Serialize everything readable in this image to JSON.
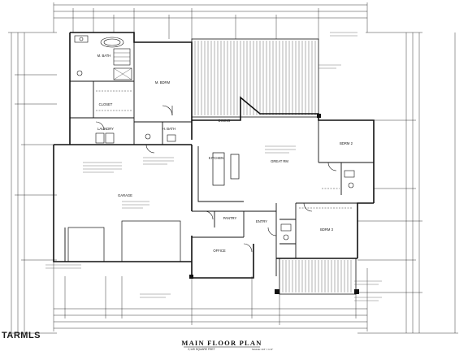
{
  "plan": {
    "title": "MAIN FLOOR PLAN",
    "subtitle": "2,149 SQUARE FEET",
    "scale": "SCALE: 1/4\" = 1'-0\"",
    "watermark": "TARMLS"
  },
  "rooms": {
    "m_bath": "M. BATH",
    "m_bdrm": "M. BDRM",
    "closet": "CLOSET",
    "laundry": "LAUNDRY",
    "h_bath": "H. BATH",
    "dining": "DINING",
    "kitchen": "KITCHEN",
    "great_rm": "GREAT RM",
    "bdrm_2": "BDRM 2",
    "bdrm_3": "BDRM 3",
    "garage": "GARAGE",
    "pantry": "PANTRY",
    "entry": "ENTRY",
    "office": "OFFICE"
  },
  "colors": {
    "ink": "#111111",
    "paper": "#ffffff"
  }
}
